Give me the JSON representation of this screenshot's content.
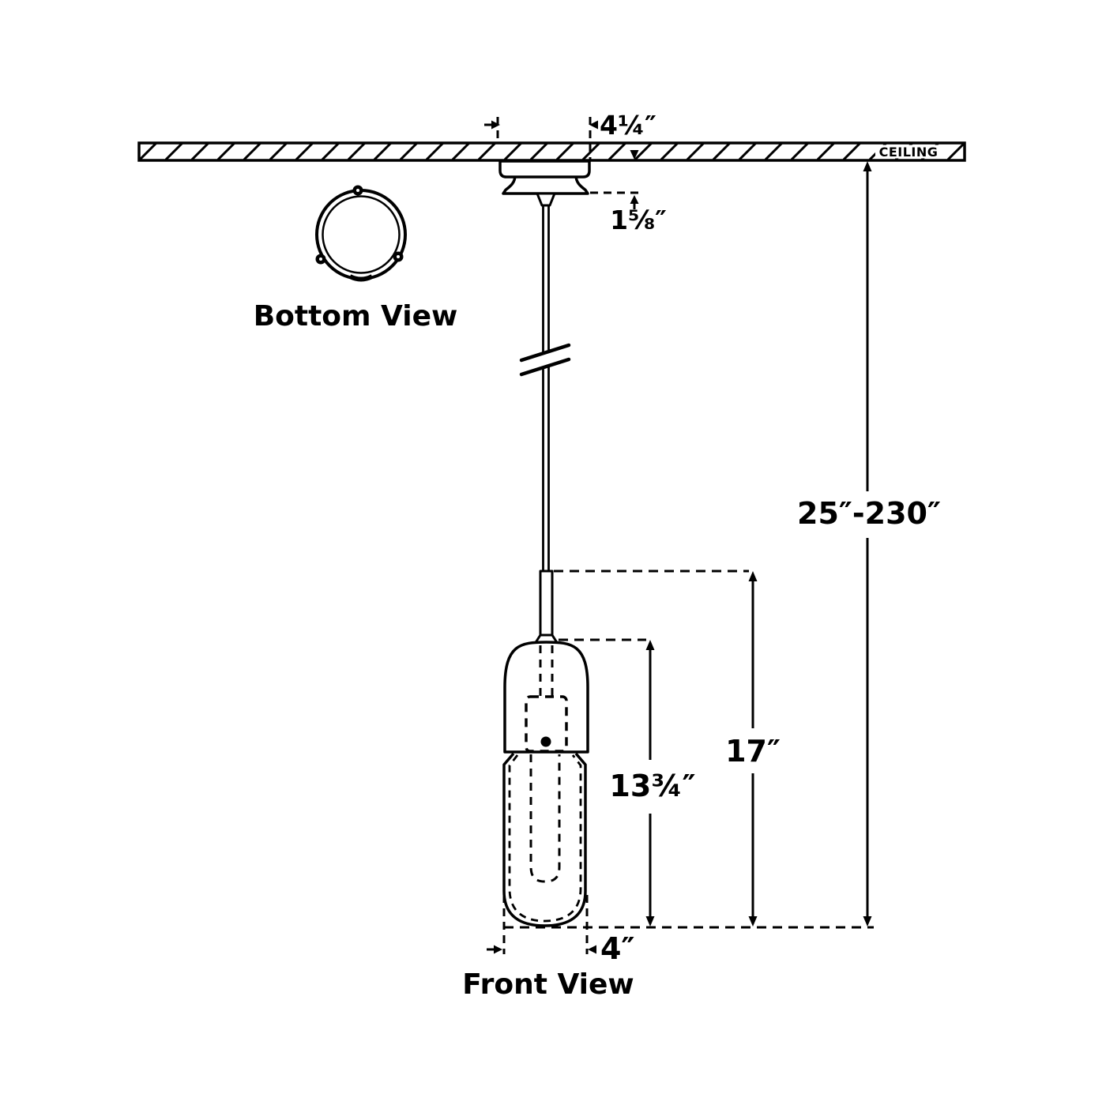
{
  "diagram": {
    "background_color": "#ffffff",
    "line_color": "#000000",
    "ceiling_label": "CEILING",
    "bottom_view_label": "Bottom View",
    "front_view_label": "Front View",
    "dimensions": {
      "canopy_width": "4¼″",
      "canopy_drop": "1⅝″",
      "suspension_range": "25″-230″",
      "fixture_height": "17″",
      "glass_height": "13¾″",
      "fixture_width": "4″"
    }
  }
}
